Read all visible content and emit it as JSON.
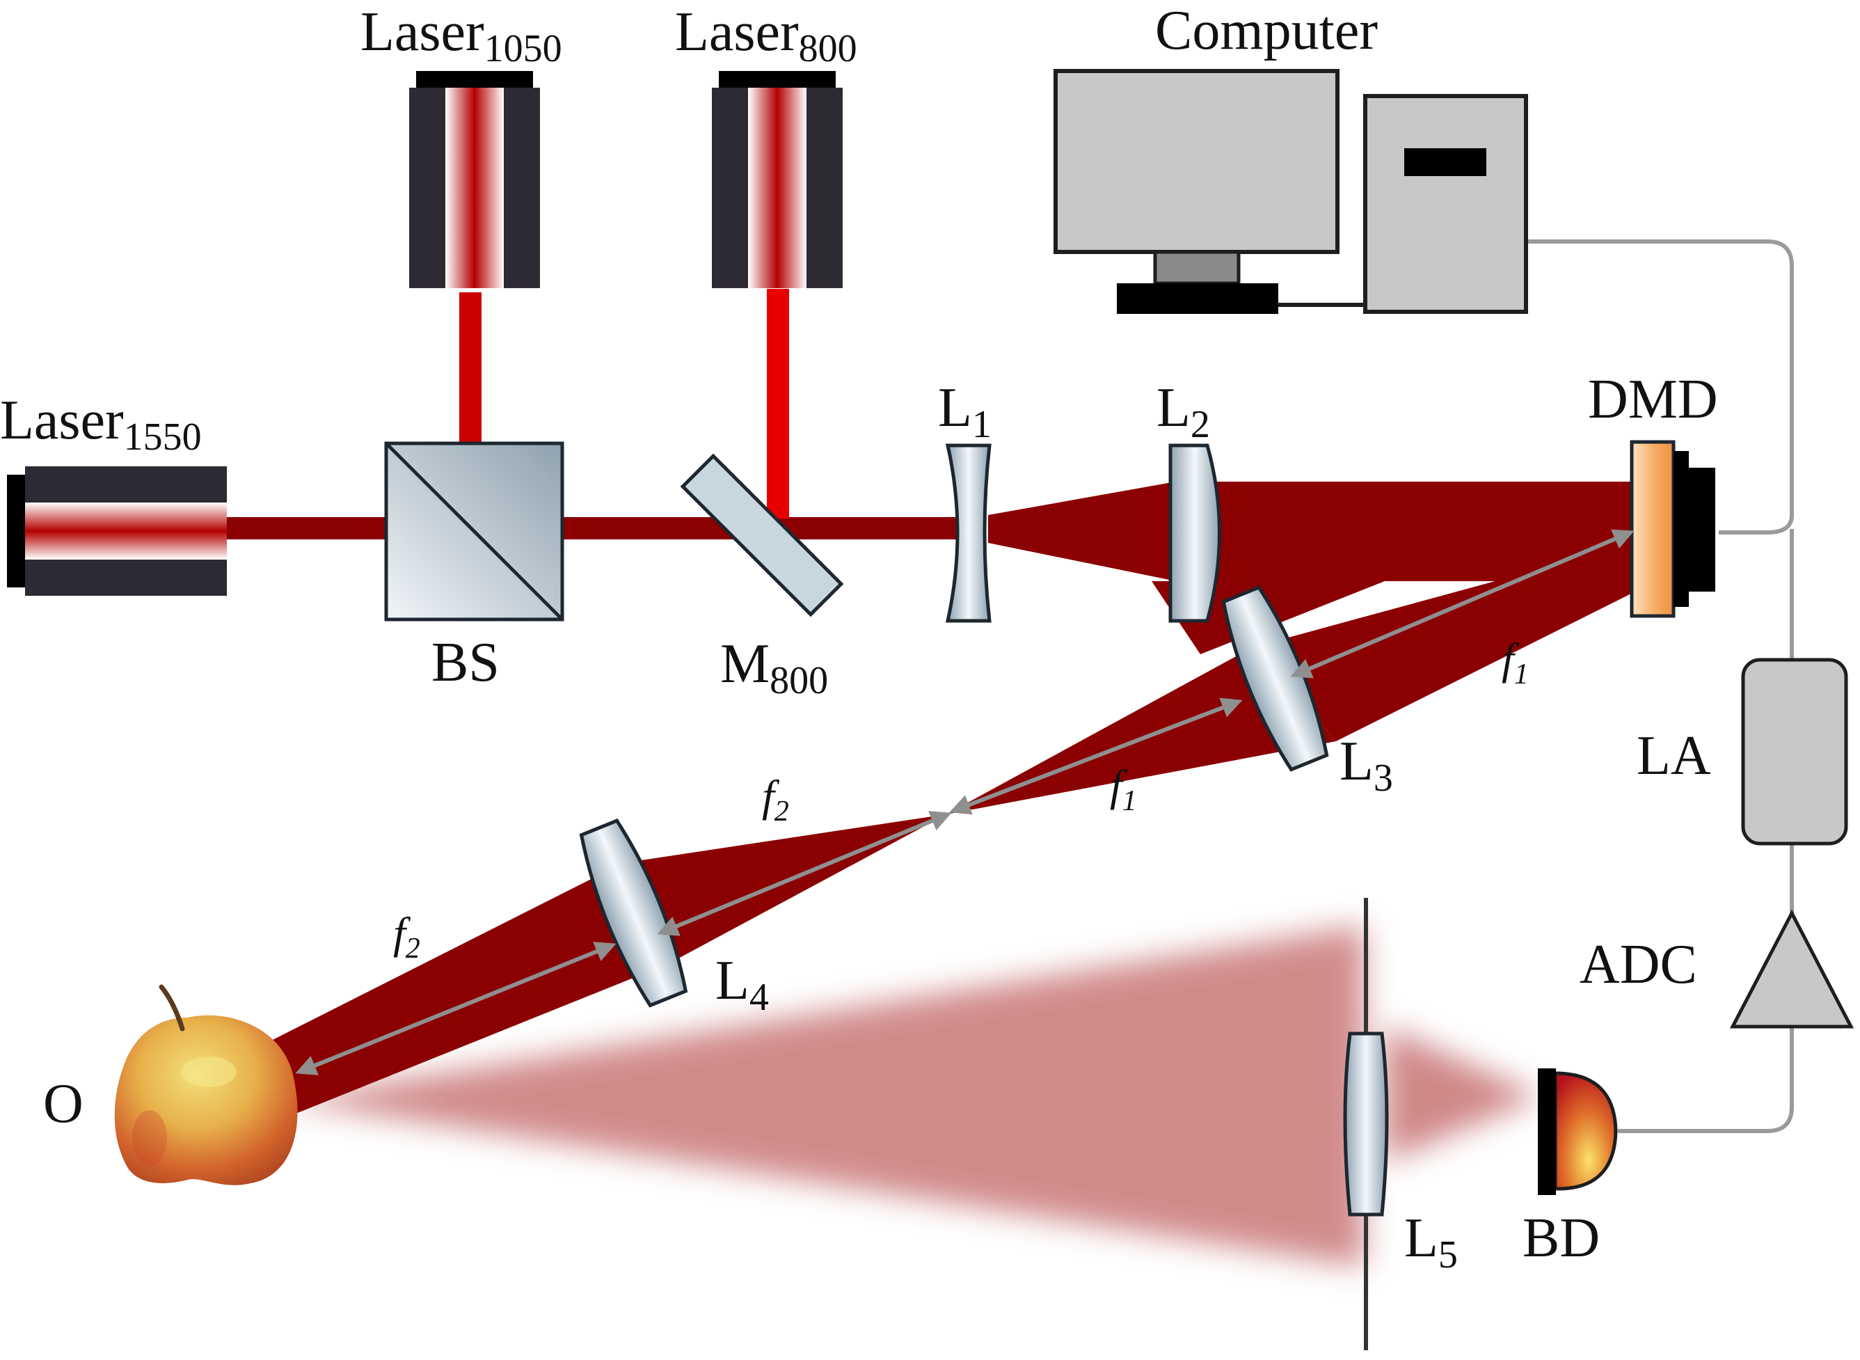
{
  "labels": {
    "laser1050_main": "Laser",
    "laser1050_sub": "1050",
    "laser800_main": "Laser",
    "laser800_sub": "800",
    "laser1550_main": "Laser",
    "laser1550_sub": "1550",
    "computer": "Computer",
    "bs": "BS",
    "m800_main": "M",
    "m800_sub": "800",
    "l1_main": "L",
    "l1_sub": "1",
    "l2_main": "L",
    "l2_sub": "2",
    "l3_main": "L",
    "l3_sub": "3",
    "l4_main": "L",
    "l4_sub": "4",
    "l5_main": "L",
    "l5_sub": "5",
    "dmd": "DMD",
    "la": "LA",
    "adc": "ADC",
    "bd": "BD",
    "object": "O",
    "f1_upper_main": "f",
    "f1_upper_sub": "1",
    "f1_lower_main": "f",
    "f1_lower_sub": "1",
    "f2_upper_main": "f",
    "f2_upper_sub": "2",
    "f2_lower_main": "f",
    "f2_lower_sub": "2"
  },
  "colors": {
    "beam_main": "#8b0000",
    "beam_800": "#e80000",
    "beam_1050": "#cc0000",
    "scatter_glow": "#c46a6a",
    "laser_body": "#2e2a33",
    "optic_fill": "#c7d6df",
    "optic_edge": "#1e2730",
    "computer_gray": "#c8c8c8",
    "cable_gray": "#9a9a9a",
    "measure_arrow": "#8f8f8f",
    "dmd_orange": "#f5a25a"
  },
  "icons": {
    "apple": "apple-icon",
    "detector": "bucket-detector-icon",
    "monitor": "monitor-icon",
    "tower": "computer-tower-icon",
    "amplifier": "triangle-amplifier-icon"
  }
}
